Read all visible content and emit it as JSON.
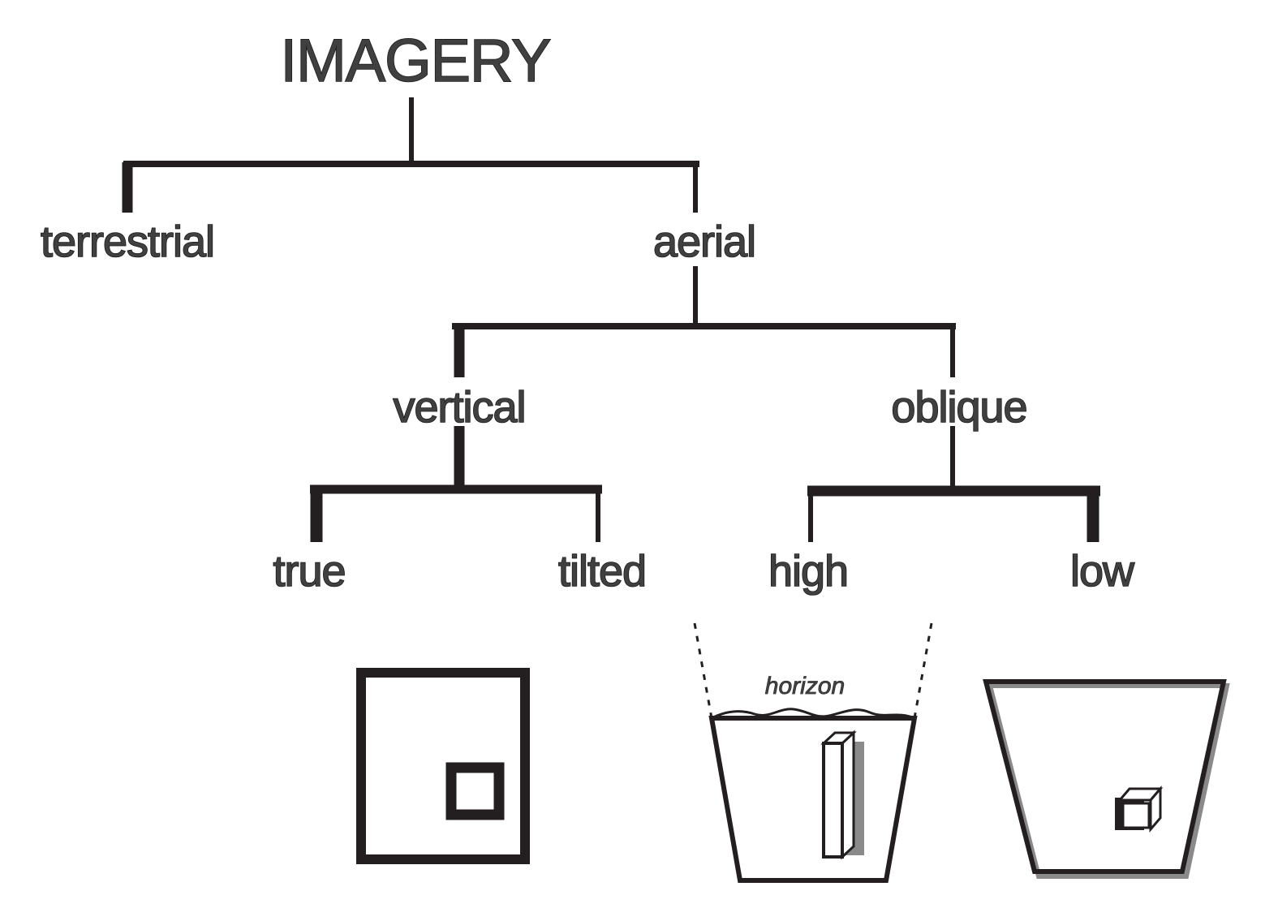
{
  "tree": {
    "root": "IMAGERY",
    "level1": [
      "terrestrial",
      "aerial"
    ],
    "aerial_children": [
      "vertical",
      "oblique"
    ],
    "vertical_children": [
      "true",
      "tilted"
    ],
    "oblique_children": [
      "high",
      "low"
    ]
  },
  "illustrations": {
    "high_oblique_label": "horizon"
  },
  "colors": {
    "line": "#231f20",
    "text": "#404040",
    "background": "#ffffff"
  }
}
